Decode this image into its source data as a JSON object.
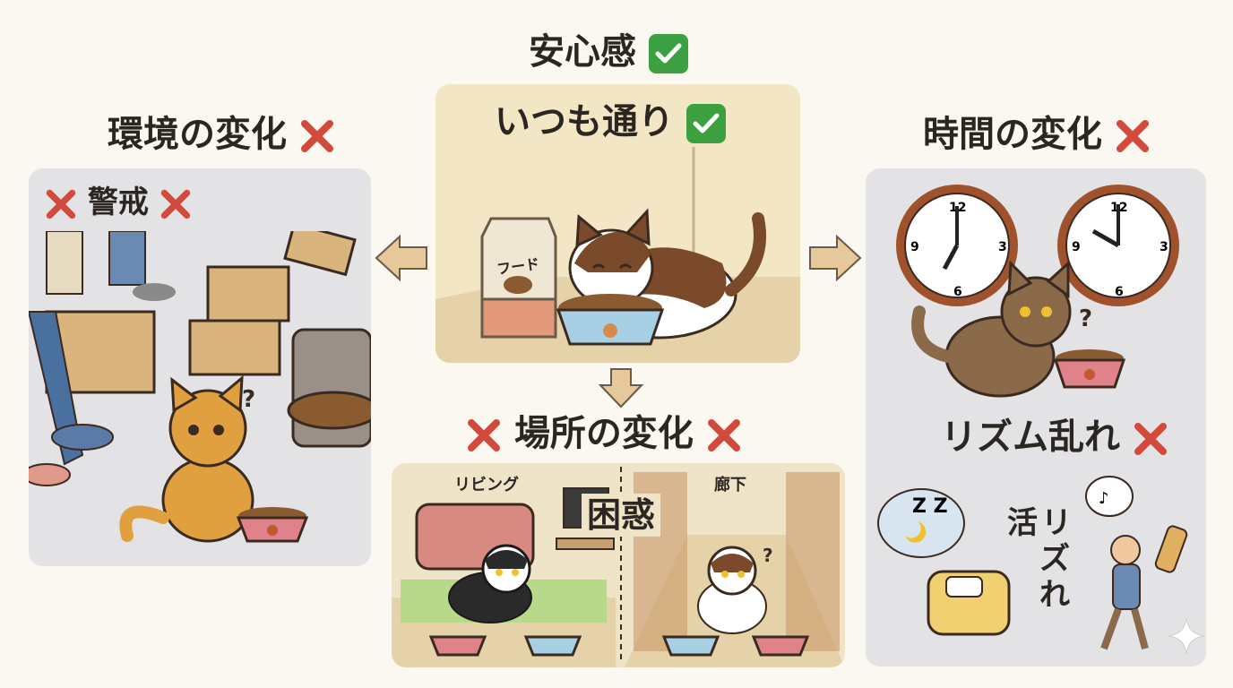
{
  "center": {
    "title": "安心感",
    "subtitle": "いつも通り",
    "food_bag_label": "フード"
  },
  "left": {
    "heading": "環境の変化",
    "badge": "警戒"
  },
  "right": {
    "heading": "時間の変化",
    "rhythm": "リズム乱れ",
    "vertical_text": [
      "活",
      "リ",
      "ズ",
      "れ"
    ]
  },
  "bottom": {
    "heading": "場所の変化",
    "left_room": "リビング",
    "right_room": "廊下",
    "confusion": "困惑"
  },
  "colors": {
    "check_green": "#3ca040",
    "x_red": "#d24a3c",
    "center_panel": "#f3e6c4",
    "side_panel": "#e3e2e4",
    "arrow": "#e6c89a"
  },
  "icons": [
    "check-icon",
    "x-icon",
    "arrow-left-icon",
    "arrow-right-icon",
    "arrow-down-icon",
    "clock-icon",
    "cat-icon",
    "food-bowl-icon",
    "question-icon",
    "sleep-bubble-icon",
    "music-bubble-icon",
    "sparkle-icon"
  ]
}
